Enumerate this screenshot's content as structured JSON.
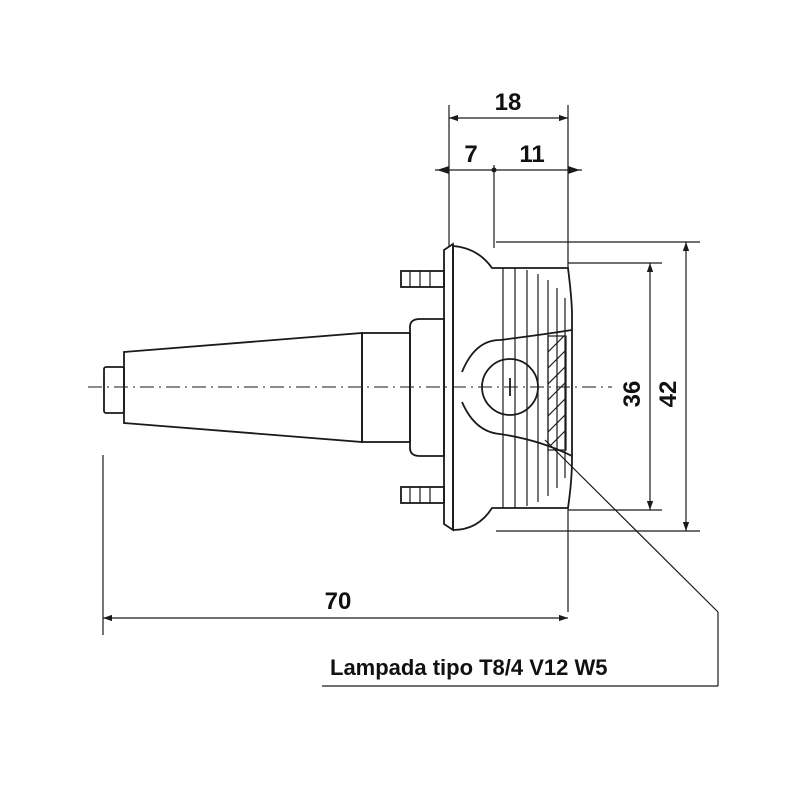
{
  "drawing": {
    "dimensions": {
      "total_depth": "18",
      "front_part": "7",
      "rear_part": "11",
      "inner_diameter": "36",
      "outer_diameter": "42",
      "overall_length": "70"
    },
    "callout_label": "Lampada tipo T8/4 V12 W5",
    "line_color": "#1a1a1a",
    "background_color": "#ffffff"
  }
}
